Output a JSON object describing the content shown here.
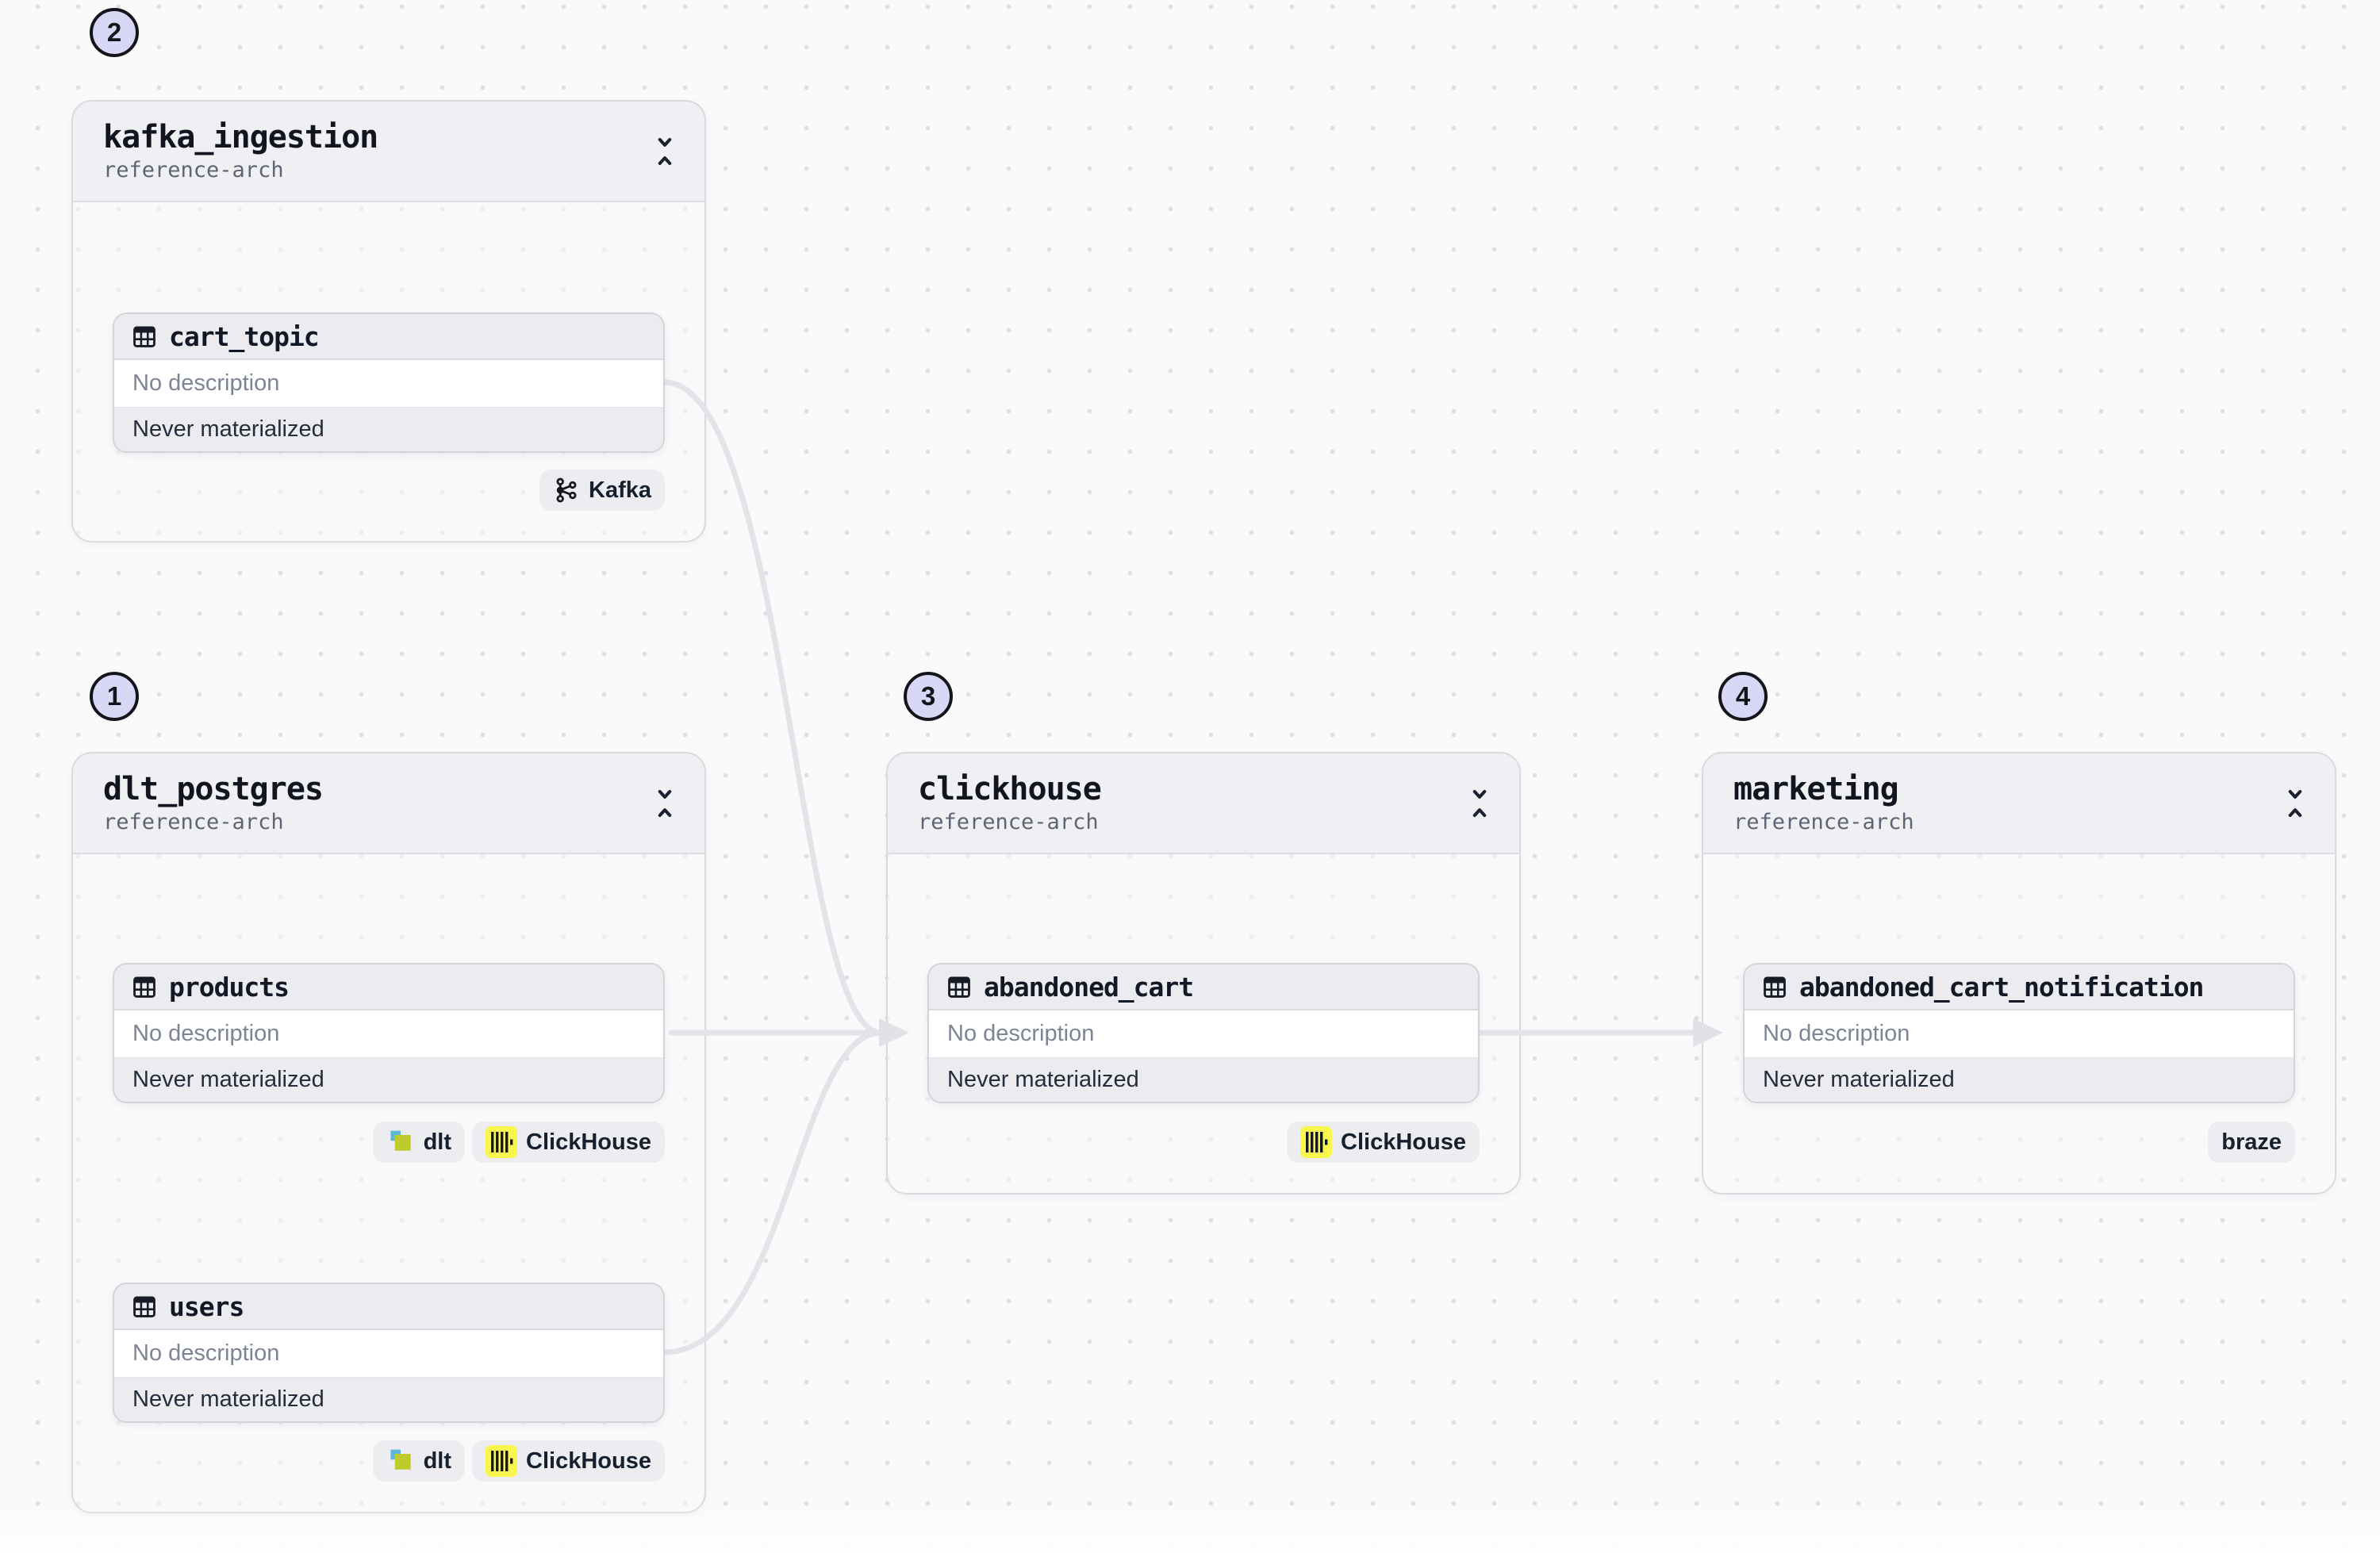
{
  "view": {
    "name": "asset-lineage-graph"
  },
  "colors": {
    "canvas_bg": "#fafafb",
    "dot_grid": "#dfdfe6",
    "group_header_bg": "#f0f0f4",
    "node_gray_row": "#ececf0",
    "edge": "#e3e3e9",
    "step_badge_fill": "#d8d8f6",
    "clickhouse_yellow": "#f9f64d",
    "dlt_blue": "#5fb8d8",
    "dlt_green": "#bfca2c"
  },
  "groups": [
    {
      "title": "kafka_ingestion",
      "subtitle": "reference-arch",
      "order_badge": "2"
    },
    {
      "title": "dlt_postgres",
      "subtitle": "reference-arch",
      "order_badge": "1"
    },
    {
      "title": "clickhouse",
      "subtitle": "reference-arch",
      "order_badge": "3"
    },
    {
      "title": "marketing",
      "subtitle": "reference-arch",
      "order_badge": "4"
    }
  ],
  "assets": [
    {
      "name": "cart_topic",
      "description": "No description",
      "status": "Never materialized",
      "group": "kafka_ingestion"
    },
    {
      "name": "products",
      "description": "No description",
      "status": "Never materialized",
      "group": "dlt_postgres"
    },
    {
      "name": "users",
      "description": "No description",
      "status": "Never materialized",
      "group": "dlt_postgres"
    },
    {
      "name": "abandoned_cart",
      "description": "No description",
      "status": "Never materialized",
      "group": "clickhouse"
    },
    {
      "name": "abandoned_cart_notification",
      "description": "No description",
      "status": "Never materialized",
      "group": "marketing"
    }
  ],
  "tags": [
    {
      "label": "Kafka",
      "icon": "kafka-icon"
    },
    {
      "label": "dlt",
      "icon": "dlt-icon"
    },
    {
      "label": "ClickHouse",
      "icon": "clickhouse-icon"
    },
    {
      "label": "dlt",
      "icon": "dlt-icon"
    },
    {
      "label": "ClickHouse",
      "icon": "clickhouse-icon"
    },
    {
      "label": "ClickHouse",
      "icon": "clickhouse-icon"
    },
    {
      "label": "braze",
      "icon": ""
    }
  ],
  "edges": [
    {
      "from": "cart_topic",
      "to": "abandoned_cart"
    },
    {
      "from": "products",
      "to": "abandoned_cart"
    },
    {
      "from": "users",
      "to": "abandoned_cart"
    },
    {
      "from": "abandoned_cart",
      "to": "abandoned_cart_notification"
    }
  ]
}
